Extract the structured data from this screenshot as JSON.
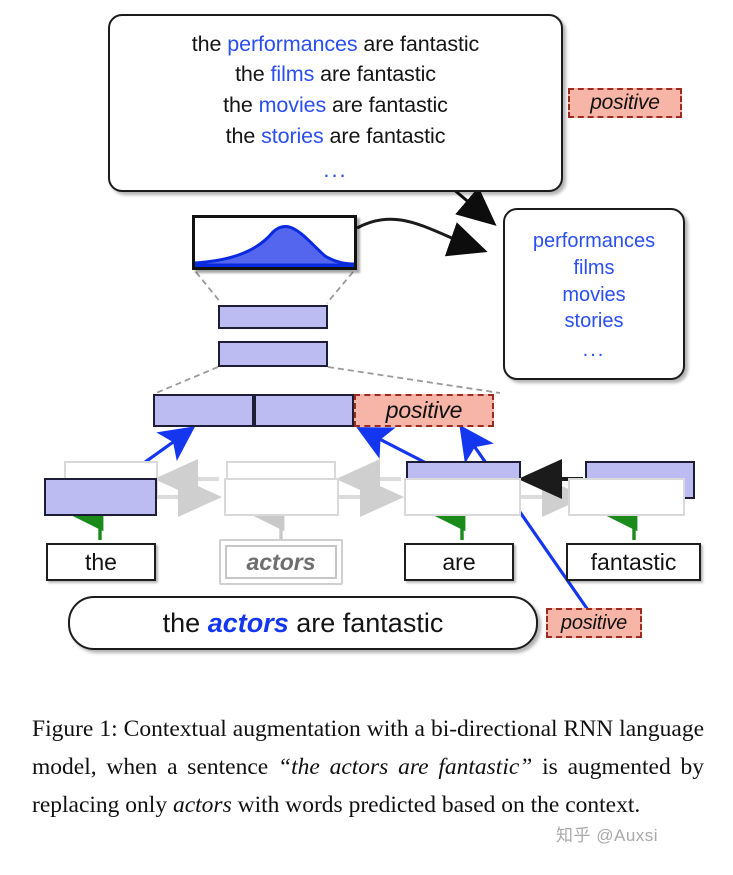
{
  "figure": {
    "candidate_box": {
      "lines": [
        {
          "prefix": "the ",
          "word": "performances",
          "suffix": " are fantastic"
        },
        {
          "prefix": "the ",
          "word": "films",
          "suffix": " are fantastic"
        },
        {
          "prefix": "the ",
          "word": "movies",
          "suffix": " are fantastic"
        },
        {
          "prefix": "the ",
          "word": "stories",
          "suffix": " are fantastic"
        }
      ],
      "ellipsis": "..."
    },
    "word_list_box": {
      "items": [
        "performances",
        "films",
        "movies",
        "stories"
      ],
      "ellipsis": "..."
    },
    "labels": {
      "positive_top": "positive",
      "positive_concat": "positive",
      "positive_sentence": "positive"
    },
    "distribution": {
      "description": "word-probability-distribution-curve"
    },
    "rnn": {
      "tokens": [
        {
          "word": "the",
          "masked": false,
          "forward_active": true,
          "backward_active": false
        },
        {
          "word": "actors",
          "masked": true,
          "forward_active": false,
          "backward_active": false
        },
        {
          "word": "are",
          "masked": false,
          "forward_active": false,
          "backward_active": true
        },
        {
          "word": "fantastic",
          "masked": false,
          "forward_active": false,
          "backward_active": true
        }
      ]
    },
    "sentence": {
      "prefix": "the ",
      "highlight": "actors",
      "suffix": " are fantastic"
    },
    "caption": {
      "label": "Figure 1:",
      "text_1": "   Contextual augmentation with a bi-directional RNN language model, when a sentence ",
      "quoted": "“the actors are fantastic”",
      "text_2": " is augmented by replacing only ",
      "italic_word": "actors",
      "text_3": " with words predicted based on the context."
    },
    "watermark": "知乎 @Auxsi",
    "colors": {
      "highlight_word": "#2b4ef0",
      "lavender_cell": "#bcbcf2",
      "positive_bg": "#f6b5a6",
      "positive_border": "#9e2b20",
      "green_arrow": "#1a8a1a",
      "blue_arrow": "#1536ef",
      "dim_gray": "#d9d9d9",
      "distribution_fill": "#4a5ce8"
    }
  }
}
